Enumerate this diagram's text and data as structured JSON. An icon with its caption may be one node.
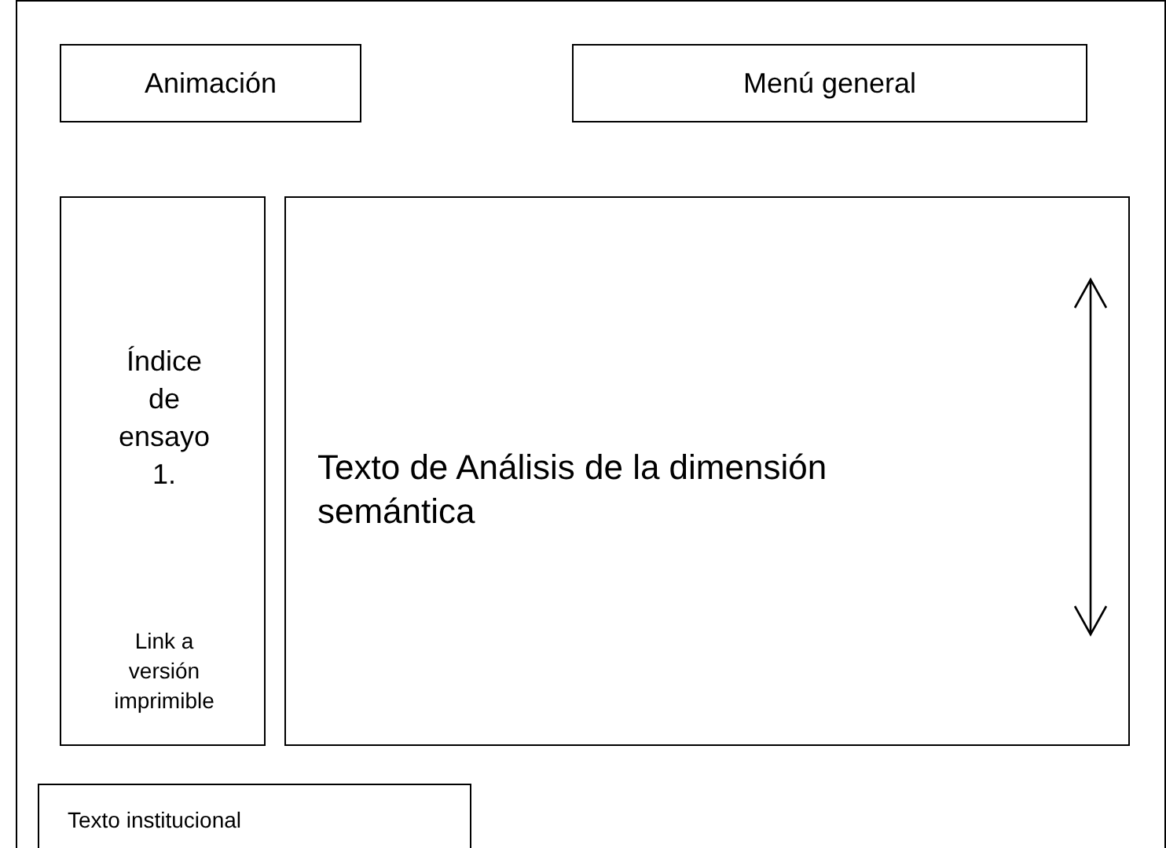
{
  "diagram": {
    "nodes": [
      {
        "text": [
          "Animación"
        ]
      },
      {
        "text": [
          "Menú general"
        ]
      },
      {
        "text": [
          "Índice de ensayo 1.",
          "Link a versión imprimible"
        ]
      },
      {
        "text": [
          "Texto de Análisis de la dimensión semántica"
        ]
      },
      {
        "text": [
          "Texto institucional"
        ]
      }
    ],
    "edges": []
  }
}
